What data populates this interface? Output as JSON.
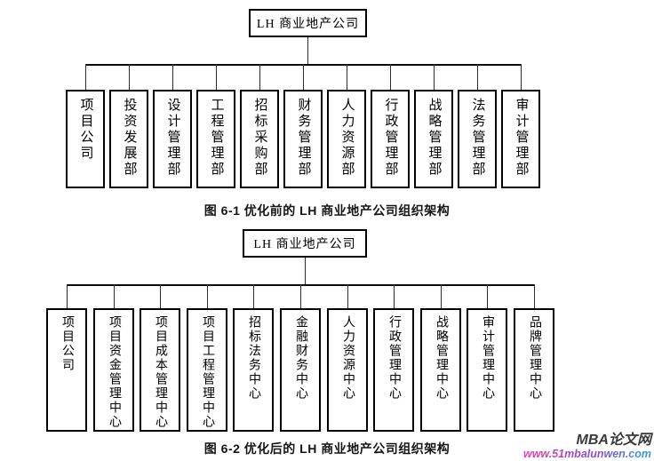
{
  "chart1": {
    "root": "LH 商业地产公司",
    "caption": "图 6-1 优化前的 LH 商业地产公司组织架构",
    "nodes": [
      {
        "label": "项目公司"
      },
      {
        "label": "投资发展部"
      },
      {
        "label": "设计管理部"
      },
      {
        "label": "工程管理部"
      },
      {
        "label": "招标采购部"
      },
      {
        "label": "财务管理部"
      },
      {
        "label": "人力资源部"
      },
      {
        "label": "行政管理部"
      },
      {
        "label": "战略管理部"
      },
      {
        "label": "法务管理部"
      },
      {
        "label": "审计管理部"
      }
    ]
  },
  "chart2": {
    "root": "LH 商业地产公司",
    "caption": "图 6-2 优化后的 LH 商业地产公司组织架构",
    "nodes": [
      {
        "label": "项目公司"
      },
      {
        "label": "项目资金管理中心"
      },
      {
        "label": "项目成本管理中心"
      },
      {
        "label": "项目工程管理中心"
      },
      {
        "label": "招标法务中心"
      },
      {
        "label": "金融财务中心"
      },
      {
        "label": "人力资源中心"
      },
      {
        "label": "行政管理中心"
      },
      {
        "label": "战略管理中心"
      },
      {
        "label": "审计管理中心"
      },
      {
        "label": "品牌管理中心"
      }
    ]
  },
  "watermark": {
    "site_name": "MBA论文网",
    "site_url": "www.51mbalunwen.com",
    "name_color": "#3a3a3a",
    "url_gradient_start": "#ee3fa8",
    "url_gradient_mid": "#8a4bd0",
    "url_gradient_end": "#2f9fe0"
  }
}
